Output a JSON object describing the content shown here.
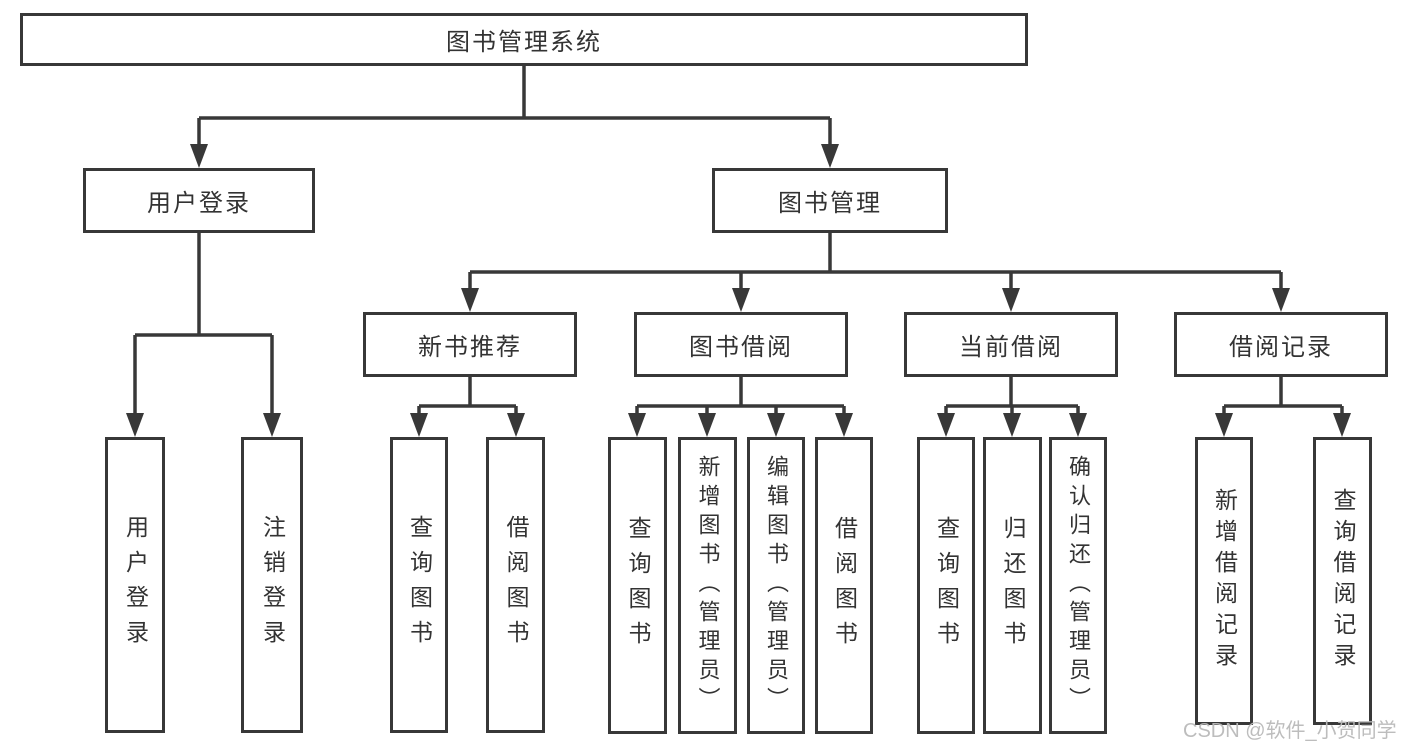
{
  "colors": {
    "background": "#ffffff",
    "line": "#383838",
    "box_border": "#383838",
    "text": "#333333",
    "watermark": "#b9b9b9"
  },
  "watermark": {
    "text": "CSDN @软件_小贺同学"
  },
  "diagram": {
    "type": "tree",
    "root": {
      "label": "图书管理系统"
    },
    "level2": [
      {
        "label": "用户登录"
      },
      {
        "label": "图书管理"
      }
    ],
    "level3": [
      {
        "label": "新书推荐",
        "parent": "图书管理"
      },
      {
        "label": "图书借阅",
        "parent": "图书管理"
      },
      {
        "label": "当前借阅",
        "parent": "图书管理"
      },
      {
        "label": "借阅记录",
        "parent": "图书管理"
      }
    ],
    "leaves": [
      {
        "label": "用户登录",
        "parent": "用户登录"
      },
      {
        "label": "注销登录",
        "parent": "用户登录"
      },
      {
        "label": "查询图书",
        "parent": "新书推荐"
      },
      {
        "label": "借阅图书",
        "parent": "新书推荐"
      },
      {
        "label": "查询图书",
        "parent": "图书借阅"
      },
      {
        "label": "新增图书（管理员）",
        "parent": "图书借阅"
      },
      {
        "label": "编辑图书（管理员）",
        "parent": "图书借阅"
      },
      {
        "label": "借阅图书",
        "parent": "图书借阅"
      },
      {
        "label": "查询图书",
        "parent": "当前借阅"
      },
      {
        "label": "归还图书",
        "parent": "当前借阅"
      },
      {
        "label": "确认归还（管理员）",
        "parent": "当前借阅"
      },
      {
        "label": "新增借阅记录",
        "parent": "借阅记录"
      },
      {
        "label": "查询借阅记录",
        "parent": "借阅记录"
      }
    ]
  }
}
